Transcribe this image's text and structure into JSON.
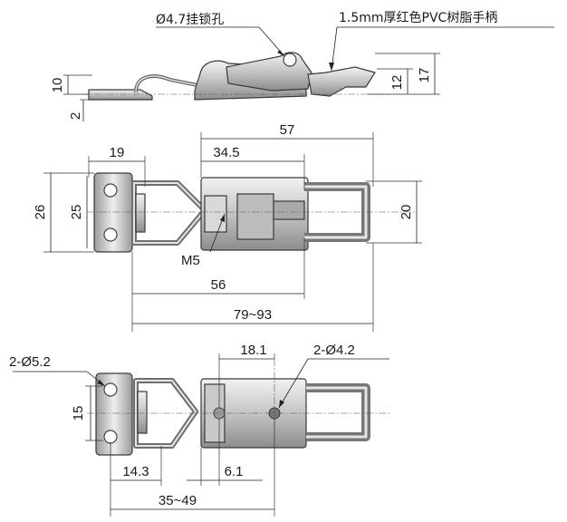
{
  "labels": {
    "lock_hole": "Ø4.7挂锁孔",
    "handle": "1.5mm厚红色PVC树脂手柄",
    "side_10": "10",
    "side_2": "2",
    "side_12": "12",
    "side_17": "17",
    "top_57": "57",
    "top_34_5": "34.5",
    "top_19": "19",
    "top_26": "26",
    "top_25": "25",
    "top_20": "20",
    "top_m5": "M5",
    "top_56": "56",
    "top_79_93": "79~93",
    "bot_2_5_2": "2-Ø5.2",
    "bot_18_1": "18.1",
    "bot_2_4_2": "2-Ø4.2",
    "bot_15": "15",
    "bot_14_3": "14.3",
    "bot_6_1": "6.1",
    "bot_35_49": "35~49"
  }
}
